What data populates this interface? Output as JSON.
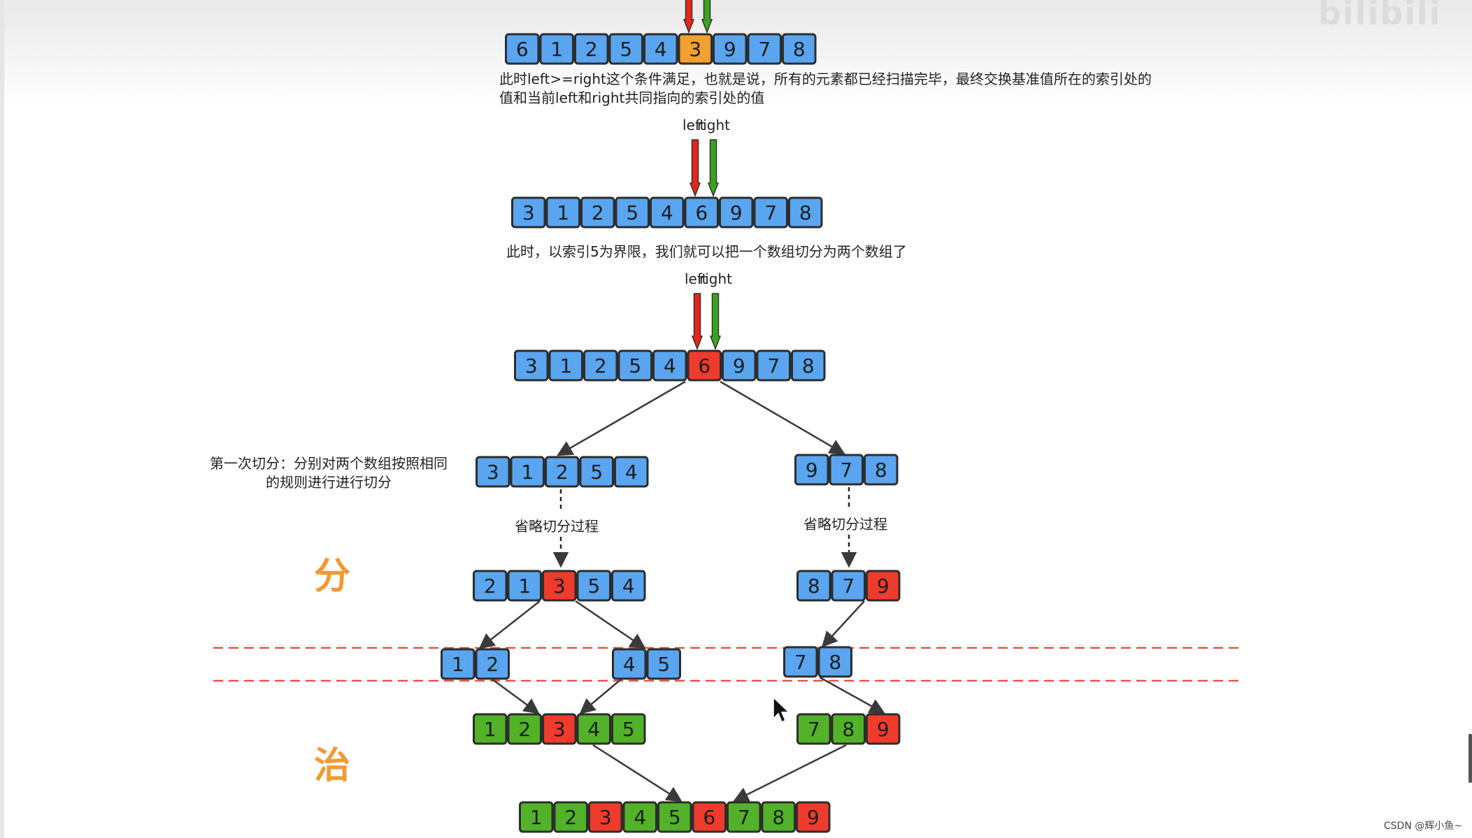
{
  "notes": {
    "condition_line1": "此时left>=right这个条件满足，也就是说，所有的元素都已经扫描完毕，最终交换基准值所在的索引处的",
    "condition_line2": "值和当前left和right共同指向的索引处的值",
    "split_note": "此时，以索引5为界限，我们就可以把一个数组切分为两个数组了",
    "first_split_line1": "第一次切分：分别对两个数组按照相同",
    "first_split_line2": "的规则进行进行切分",
    "omit_left": "省略切分过程",
    "omit_right": "省略切分过程"
  },
  "pointer_labels": {
    "left": "left",
    "right": "right"
  },
  "phases": {
    "divide": "分",
    "conquer": "治"
  },
  "watermark": "bilibili",
  "credit": "CSDN @辉小鱼~",
  "colors": {
    "blue": "#5aa5ef",
    "orange": "#f2a030",
    "red": "#ef3b2c",
    "green": "#52b228",
    "arrow_red": "#e8241c",
    "arrow_green": "#3aa51c",
    "dash_red": "#e8524a"
  },
  "arrays": [
    {
      "name": "array-row-top",
      "cells": [
        {
          "v": "6",
          "c": "blue"
        },
        {
          "v": "1",
          "c": "blue"
        },
        {
          "v": "2",
          "c": "blue"
        },
        {
          "v": "5",
          "c": "blue"
        },
        {
          "v": "4",
          "c": "blue"
        },
        {
          "v": "3",
          "c": "orange"
        },
        {
          "v": "9",
          "c": "blue"
        },
        {
          "v": "7",
          "c": "blue"
        },
        {
          "v": "8",
          "c": "blue"
        }
      ]
    },
    {
      "name": "array-row-swapped",
      "cells": [
        {
          "v": "3",
          "c": "blue"
        },
        {
          "v": "1",
          "c": "blue"
        },
        {
          "v": "2",
          "c": "blue"
        },
        {
          "v": "5",
          "c": "blue"
        },
        {
          "v": "4",
          "c": "blue"
        },
        {
          "v": "6",
          "c": "blue"
        },
        {
          "v": "9",
          "c": "blue"
        },
        {
          "v": "7",
          "c": "blue"
        },
        {
          "v": "8",
          "c": "blue"
        }
      ]
    },
    {
      "name": "array-row-pivot",
      "cells": [
        {
          "v": "3",
          "c": "blue"
        },
        {
          "v": "1",
          "c": "blue"
        },
        {
          "v": "2",
          "c": "blue"
        },
        {
          "v": "5",
          "c": "blue"
        },
        {
          "v": "4",
          "c": "blue"
        },
        {
          "v": "6",
          "c": "red"
        },
        {
          "v": "9",
          "c": "blue"
        },
        {
          "v": "7",
          "c": "blue"
        },
        {
          "v": "8",
          "c": "blue"
        }
      ]
    },
    {
      "name": "array-left-part",
      "cells": [
        {
          "v": "3",
          "c": "blue"
        },
        {
          "v": "1",
          "c": "blue"
        },
        {
          "v": "2",
          "c": "blue"
        },
        {
          "v": "5",
          "c": "blue"
        },
        {
          "v": "4",
          "c": "blue"
        }
      ]
    },
    {
      "name": "array-right-part",
      "cells": [
        {
          "v": "9",
          "c": "blue"
        },
        {
          "v": "7",
          "c": "blue"
        },
        {
          "v": "8",
          "c": "blue"
        }
      ]
    },
    {
      "name": "array-left-partitioned",
      "cells": [
        {
          "v": "2",
          "c": "blue"
        },
        {
          "v": "1",
          "c": "blue"
        },
        {
          "v": "3",
          "c": "red"
        },
        {
          "v": "5",
          "c": "blue"
        },
        {
          "v": "4",
          "c": "blue"
        }
      ]
    },
    {
      "name": "array-right-partitioned",
      "cells": [
        {
          "v": "8",
          "c": "blue"
        },
        {
          "v": "7",
          "c": "blue"
        },
        {
          "v": "9",
          "c": "red"
        }
      ]
    },
    {
      "name": "array-pair-12",
      "cells": [
        {
          "v": "1",
          "c": "blue"
        },
        {
          "v": "2",
          "c": "blue"
        }
      ]
    },
    {
      "name": "array-pair-45",
      "cells": [
        {
          "v": "4",
          "c": "blue"
        },
        {
          "v": "5",
          "c": "blue"
        }
      ]
    },
    {
      "name": "array-pair-78",
      "cells": [
        {
          "v": "7",
          "c": "blue"
        },
        {
          "v": "8",
          "c": "blue"
        }
      ]
    },
    {
      "name": "array-merged-left",
      "cells": [
        {
          "v": "1",
          "c": "green"
        },
        {
          "v": "2",
          "c": "green"
        },
        {
          "v": "3",
          "c": "red"
        },
        {
          "v": "4",
          "c": "green"
        },
        {
          "v": "5",
          "c": "green"
        }
      ]
    },
    {
      "name": "array-merged-right",
      "cells": [
        {
          "v": "7",
          "c": "green"
        },
        {
          "v": "8",
          "c": "green"
        },
        {
          "v": "9",
          "c": "red"
        }
      ]
    },
    {
      "name": "array-final",
      "cells": [
        {
          "v": "1",
          "c": "green"
        },
        {
          "v": "2",
          "c": "green"
        },
        {
          "v": "3",
          "c": "red"
        },
        {
          "v": "4",
          "c": "green"
        },
        {
          "v": "5",
          "c": "green"
        },
        {
          "v": "6",
          "c": "red"
        },
        {
          "v": "7",
          "c": "green"
        },
        {
          "v": "8",
          "c": "green"
        },
        {
          "v": "9",
          "c": "red"
        }
      ]
    }
  ]
}
